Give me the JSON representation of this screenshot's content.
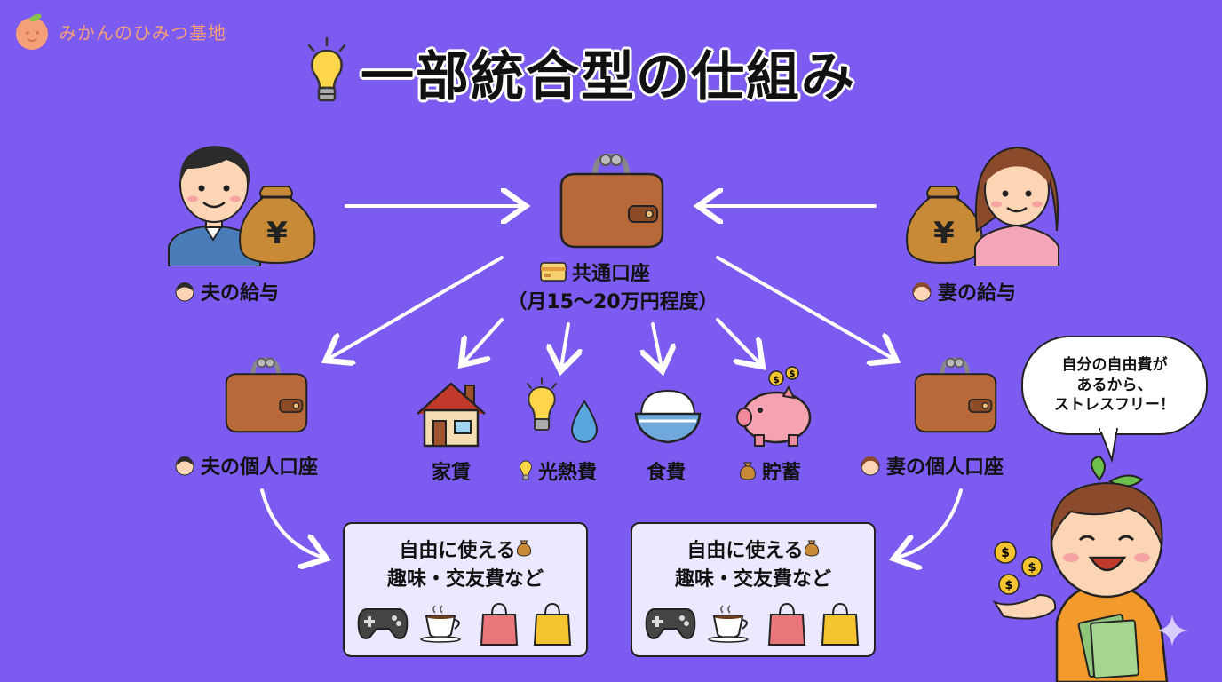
{
  "brand": {
    "text": "みかんのひみつ基地",
    "icon": "orange-icon"
  },
  "title": {
    "text": "一部統合型の仕組み",
    "icon": "lightbulb-icon"
  },
  "people": {
    "husband": {
      "salary_label": "夫の給与",
      "account_label": "夫の個人口座"
    },
    "wife": {
      "salary_label": "妻の給与",
      "account_label": "妻の個人口座"
    }
  },
  "common_account": {
    "label": "共通口座",
    "amount": "（月15～20万円程度）",
    "icon": "credit-card-icon"
  },
  "expenses": [
    {
      "label": "家賃",
      "icon": "house-icon"
    },
    {
      "label": "光熱費",
      "icon": "lightbulb-water-icon"
    },
    {
      "label": "食費",
      "icon": "rice-bowl-icon"
    },
    {
      "label": "貯蓄",
      "icon": "piggy-bank-icon"
    }
  ],
  "free_spending": {
    "line1": "自由に使える",
    "line2": "趣味・交友費など",
    "icons": [
      "game-controller-icon",
      "coffee-cup-icon",
      "shopping-bag-icon",
      "shopping-bag-icon"
    ]
  },
  "speech_bubble": {
    "line1": "自分の自由費が",
    "line2": "あるから、",
    "line3": "ストレスフリー！"
  },
  "colors": {
    "background": "#7b5bf0",
    "wallet": "#b8693a",
    "box": "#ece8ff",
    "arrow": "#ffffff"
  }
}
